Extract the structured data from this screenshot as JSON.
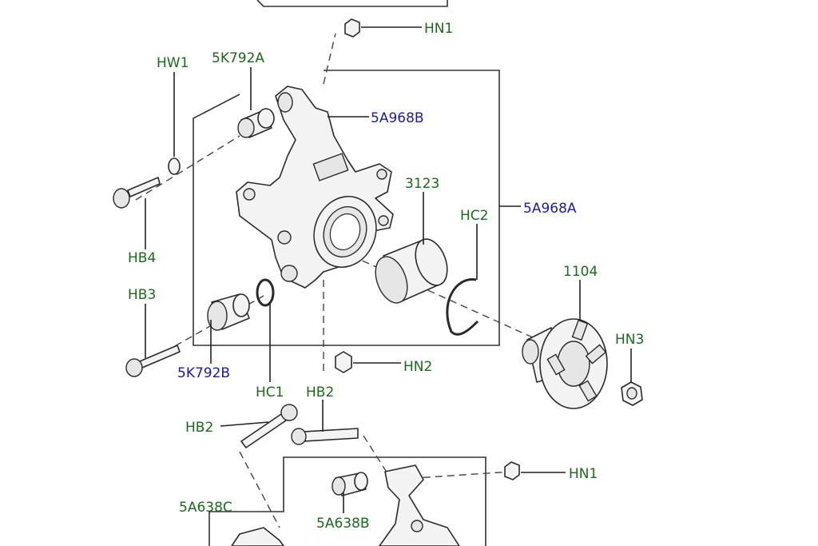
{
  "colors": {
    "label_green": "#1a6b1a",
    "label_blue": "#1a1aa8",
    "line": "#222222"
  },
  "labels": {
    "hn1_top": "HN1",
    "hw1": "HW1",
    "k792a": "5K792A",
    "a968b": "5A968B",
    "p3123": "3123",
    "hc2": "HC2",
    "a968a": "5A968A",
    "hb4": "HB4",
    "hb3": "HB3",
    "p1104": "1104",
    "hn3": "HN3",
    "k792b": "5K792B",
    "hc1": "HC1",
    "hb2_center": "HB2",
    "hn2": "HN2",
    "hb2_left": "HB2",
    "hn1_bottom": "HN1",
    "a638c": "5A638C",
    "a638b": "5A638B"
  }
}
